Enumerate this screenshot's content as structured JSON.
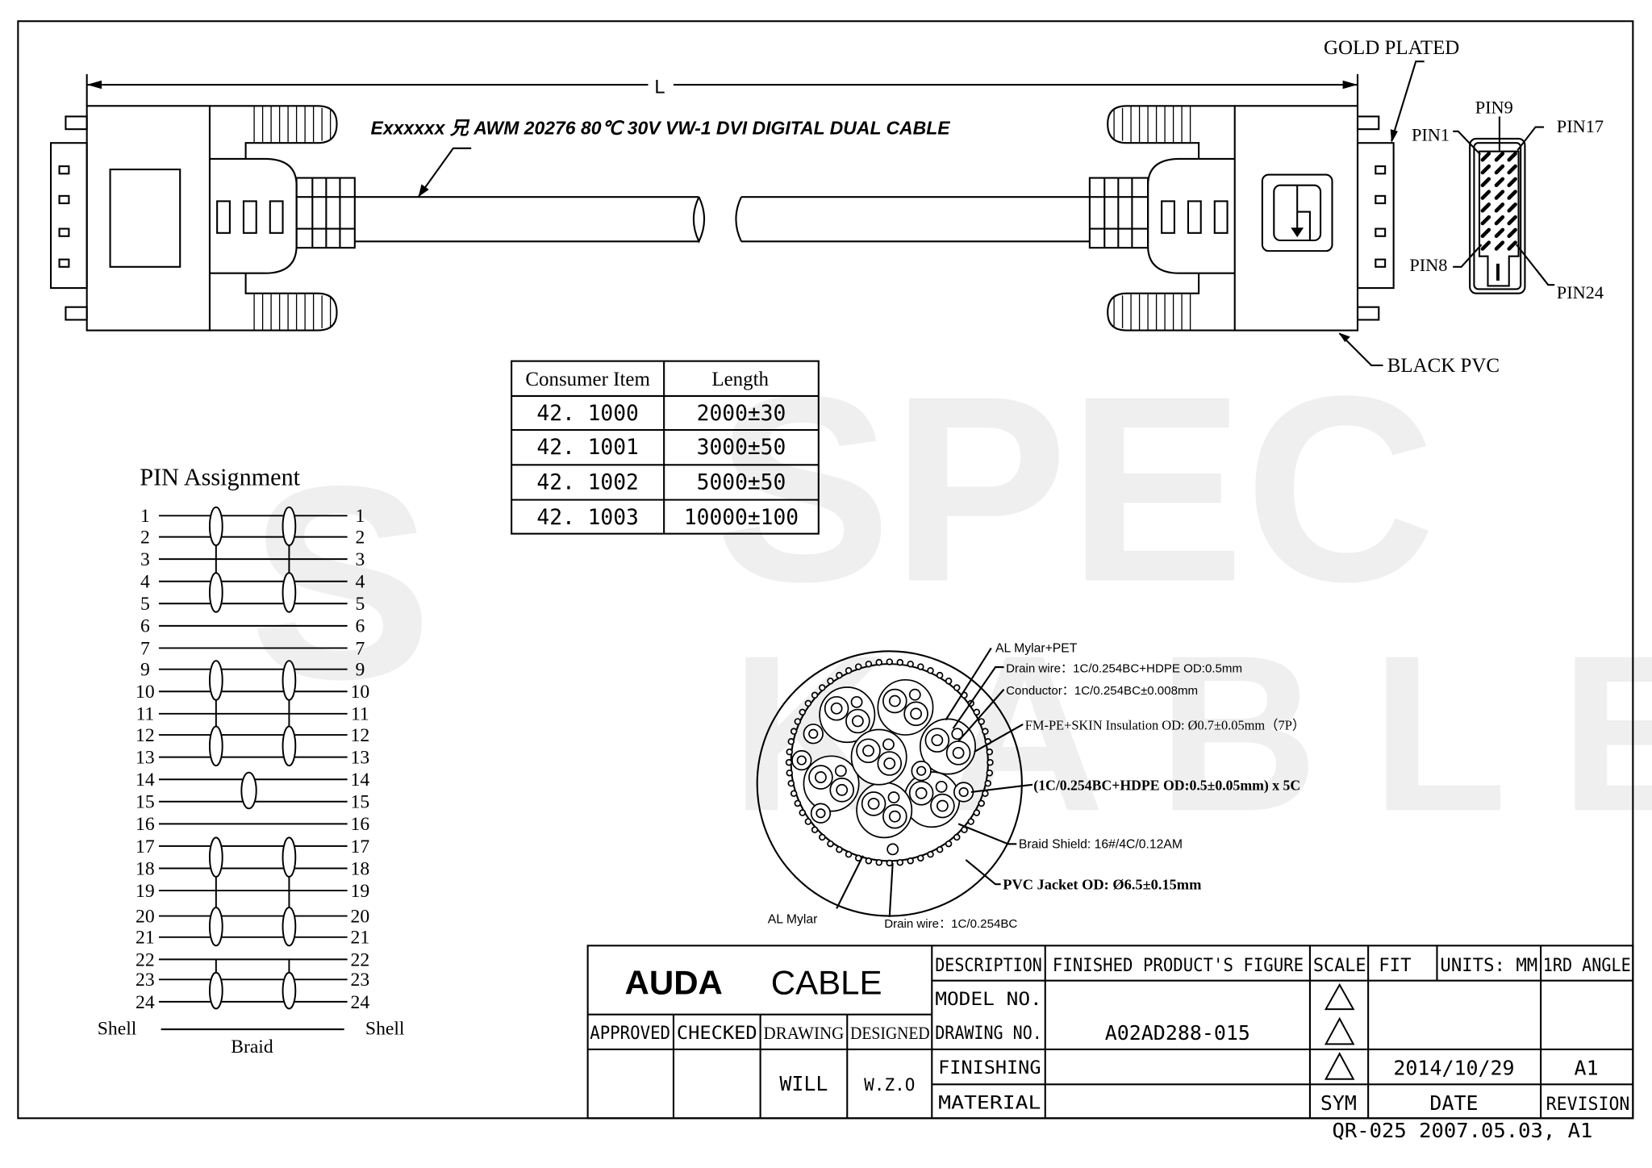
{
  "watermark": {
    "line1": "SPEC",
    "line2": "KABLE",
    "mark": "S"
  },
  "drawing": {
    "length_label": "L",
    "cable_marking": "Exxxxxx 兄  AWM  20276  80℃    30V  VW-1  DVI  DIGITAL DUAL CABLE",
    "gold_plated": "GOLD PLATED",
    "black_pvc": "BLACK PVC",
    "pins": {
      "pin1": "PIN1",
      "pin9": "PIN9",
      "pin17": "PIN17",
      "pin8": "PIN8",
      "pin24": "PIN24"
    }
  },
  "length_table": {
    "headers": [
      "Consumer Item",
      "Length"
    ],
    "rows": [
      [
        "42. 1000",
        "2000±30"
      ],
      [
        "42. 1001",
        "3000±50"
      ],
      [
        "42. 1002",
        "5000±50"
      ],
      [
        "42. 1003",
        "10000±100"
      ]
    ]
  },
  "pin_assignment": {
    "title": "PIN Assignment",
    "pins": [
      "1",
      "2",
      "3",
      "4",
      "5",
      "6",
      "7",
      "9",
      "10",
      "11",
      "12",
      "13",
      "14",
      "15",
      "16",
      "17",
      "18",
      "19",
      "20",
      "21",
      "22",
      "23",
      "24"
    ],
    "shell_left": "Shell",
    "shell_right": "Shell",
    "braid": "Braid"
  },
  "cross_section": {
    "al_mylar_pet": "AL Mylar+PET",
    "drain_wire": "Drain wire：1C/0.254BC+HDPE OD:0.5mm",
    "conductor": "Conductor：1C/0.254BC±0.008mm",
    "insulation": "FM-PE+SKIN Insulation OD:  Ø0.7±0.05mm（7P）",
    "singles": "(1C/0.254BC+HDPE OD:0.5±0.05mm) x 5C",
    "braid": "Braid Shield:  16#/4C/0.12AM",
    "jacket": "PVC Jacket OD:  Ø6.5±0.15mm",
    "al_mylar": "AL Mylar",
    "drain_wire2": "Drain wire：1C/0.254BC"
  },
  "title_block": {
    "company_bold": "AUDA",
    "company": "CABLE",
    "description_label": "DESCRIPTION",
    "description": "FINISHED PRODUCT'S FIGURE",
    "scale_label": "SCALE",
    "scale": "FIT",
    "units": "UNITS: MM",
    "angle": "1RD ANGLE",
    "model_label": "MODEL NO.",
    "drawing_no_label": "DRAWING NO.",
    "drawing_no": "A02AD288-015",
    "finishing_label": "FINISHING",
    "material_label": "MATERIAL",
    "approved": "APPROVED",
    "checked": "CHECKED",
    "drawing": "DRAWING",
    "designed": "DESIGNED",
    "drawing_by": "WILL",
    "designed_by": "W.Z.O",
    "date": "2014/10/29",
    "revision": "A1",
    "sym_label": "SYM",
    "date_label": "DATE",
    "revision_label": "REVISION",
    "form_ref": "QR-025 2007.05.03, A1"
  }
}
